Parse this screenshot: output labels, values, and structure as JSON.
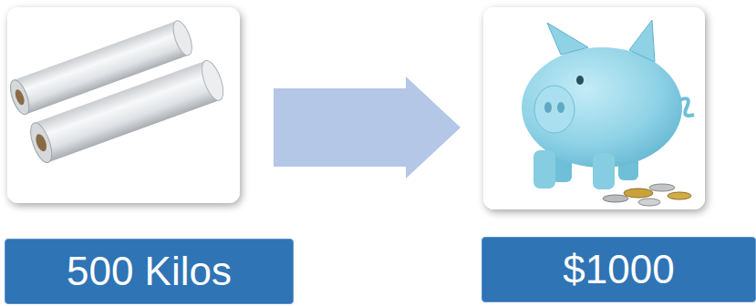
{
  "diagram": {
    "nodes": [
      {
        "text": [
          "500 Kilos"
        ]
      },
      {
        "text": [
          "$1000"
        ]
      }
    ],
    "edges": [
      {
        "from": 0,
        "to": 1,
        "arrow": "to"
      }
    ]
  }
}
